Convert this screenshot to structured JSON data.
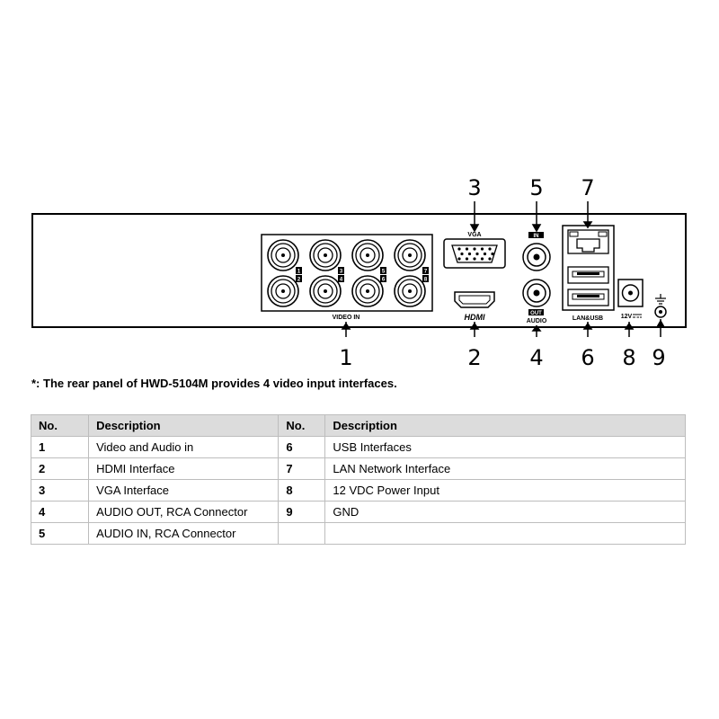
{
  "panel": {
    "labels": {
      "vga": "VGA",
      "video_in": "VIDEO IN",
      "hdmi": "HDMI",
      "audio_in_tag": "IN",
      "audio_out_tag": "OUT",
      "audio": "AUDIO",
      "lan_usb": "LAN&USB",
      "power": "12V",
      "bnc_numbers": [
        "1",
        "2",
        "3",
        "4",
        "5",
        "6",
        "7",
        "8"
      ]
    },
    "callouts": [
      "1",
      "2",
      "3",
      "4",
      "5",
      "6",
      "7",
      "8",
      "9"
    ]
  },
  "note": "*: The rear panel of HWD-5104M provides 4 video input interfaces.",
  "table": {
    "headers": [
      "No.",
      "Description",
      "No.",
      "Description"
    ],
    "rows": [
      [
        "1",
        "Video and Audio in",
        "6",
        "USB Interfaces"
      ],
      [
        "2",
        "HDMI Interface",
        "7",
        "LAN Network Interface"
      ],
      [
        "3",
        "VGA Interface",
        "8",
        "12 VDC Power Input"
      ],
      [
        "4",
        "AUDIO OUT, RCA Connector",
        "9",
        "GND"
      ],
      [
        "5",
        "AUDIO IN, RCA Connector",
        "",
        ""
      ]
    ]
  }
}
